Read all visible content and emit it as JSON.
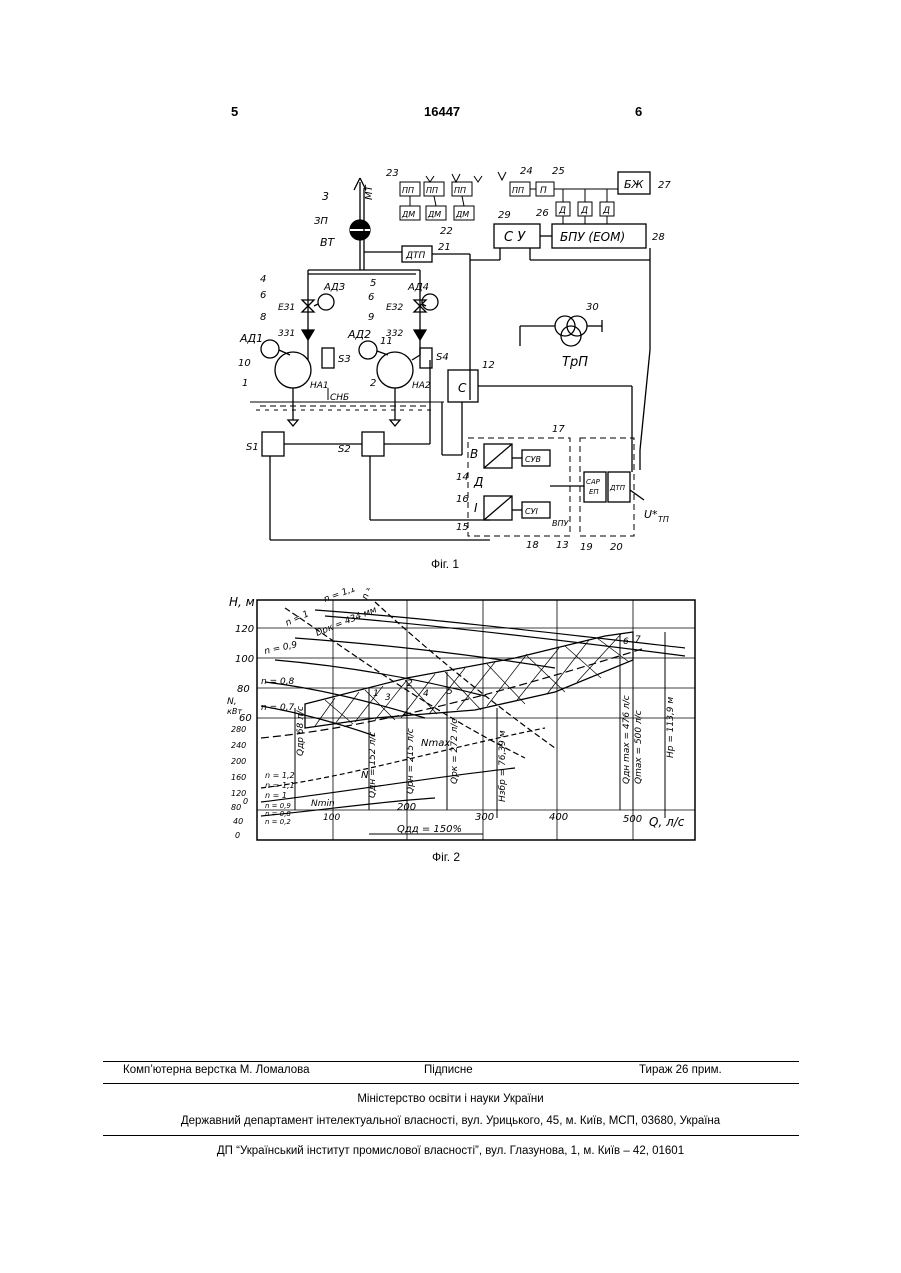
{
  "header": {
    "left": "5",
    "center": "16447",
    "right": "6"
  },
  "fig1": {
    "caption": "Фіг. 1",
    "labels": {
      "l3": "3",
      "mt": "МТ",
      "ez1": "ЗП",
      "vt": "ВТ",
      "l4": "4",
      "l5": "5",
      "l6a": "6",
      "l6b": "6",
      "ad3": "АДЗ",
      "ad4": "АД4",
      "ez1b": "ЕЗ1",
      "ez2": "ЕЗ2",
      "l8": "8",
      "l9": "9",
      "z31": "331",
      "z32": "332",
      "ad1": "АД1",
      "ad2": "АД2",
      "l10": "10",
      "l11": "11",
      "l1": "1",
      "l2": "2",
      "na1": "НА1",
      "na2": "НА2",
      "s3": "S3",
      "s4": "S4",
      "snb": "СНБ",
      "s1": "S1",
      "s2": "S2",
      "pp1": "ПП",
      "pp2": "ПП",
      "pp3": "ПП",
      "pp4": "ПП",
      "dm1": "ДМ",
      "dm2": "ДМ",
      "dm3": "ДМ",
      "l23": "23",
      "l22": "22",
      "l24": "24",
      "l25": "25",
      "l26": "26",
      "l27": "27",
      "l28": "28",
      "l29": "29",
      "p": "П",
      "bzh": "БЖ",
      "d1": "Д",
      "d2": "Д",
      "d3": "Д",
      "su": "С У",
      "bpu": "БПУ (ЕОМ)",
      "dtp21": "ДТП",
      "l21": "21",
      "l30": "30",
      "trp": "ТрП",
      "c": "С",
      "l12": "12",
      "v": "В",
      "i": "І",
      "d": "Д",
      "suv": "СУВ",
      "sui": "СУІ",
      "l14": "14",
      "l15": "15",
      "l16": "16",
      "l17": "17",
      "l18": "18",
      "l13": "13",
      "vpu": "ВПУ",
      "sar": "САР",
      "ep": "ЕП",
      "dtp20": "ДТП",
      "l19": "19",
      "l20": "20",
      "utp": "U*",
      "utp_sub": "ТП"
    }
  },
  "fig2": {
    "caption": "Фіг. 2",
    "labels": {
      "h_axis": "H, м",
      "n_axis": "N,",
      "n_unit": "кВт",
      "q_axis": "Q, л/с",
      "h120": "120",
      "h100": "100",
      "h80": "80",
      "h60": "60",
      "n280": "280",
      "n240": "240",
      "n200": "200",
      "n160": "160",
      "n120": "120",
      "n80": "80",
      "n40": "40",
      "n0": "0",
      "h0": "0",
      "q100": "100",
      "q200": "200",
      "q300": "300",
      "q400": "400",
      "q500": "500",
      "n11": "n = 1,1",
      "n12": "n = 1,2",
      "n1": "n = 1",
      "n09": "n = 0,9",
      "n08": "n = 0,8",
      "n07": "n = 0,7",
      "dpk": "Dрк = 434 мм",
      "nq12": "n = 1,2",
      "nq11": "n = 1,1",
      "nq1": "n = 1",
      "nq09": "n = 0,9",
      "nq08": "n = 0,8",
      "nq02": "n = 0,2",
      "nmin": "Nmin",
      "nmax": "Nmax",
      "n_label": "N",
      "q_68": "Qдр 68 л/с",
      "q_152": "Qдн = 152 л/с",
      "q_215": "Qрн = 215 л/с",
      "q_272": "Qрк = 272 л/с",
      "h_76": "Hзбр = 76,39 м",
      "q_476": "Qдн max = 476 л/с",
      "q_500": "Qmax = 500 л/с",
      "h_113": "Hр = 113,9 м",
      "q_dd": "Qдд = 150%",
      "p1": "1",
      "p2": "2",
      "p3": "3",
      "p4": "4",
      "p5": "5",
      "p6": "6",
      "p7": "7"
    }
  },
  "footer": {
    "verstka": "Комп’ютерна верстка М. Ломалова",
    "signed": "Підписне",
    "tirazh": "Тираж 26 прим.",
    "ministry": "Міністерство освіти і науки України",
    "department": "Державний департамент інтелектуальної власності, вул. Урицького, 45, м. Київ, МСП, 03680, Україна",
    "institute": "ДП “Український інститут промислової власності”, вул. Глазунова, 1, м. Київ – 42, 01601"
  }
}
